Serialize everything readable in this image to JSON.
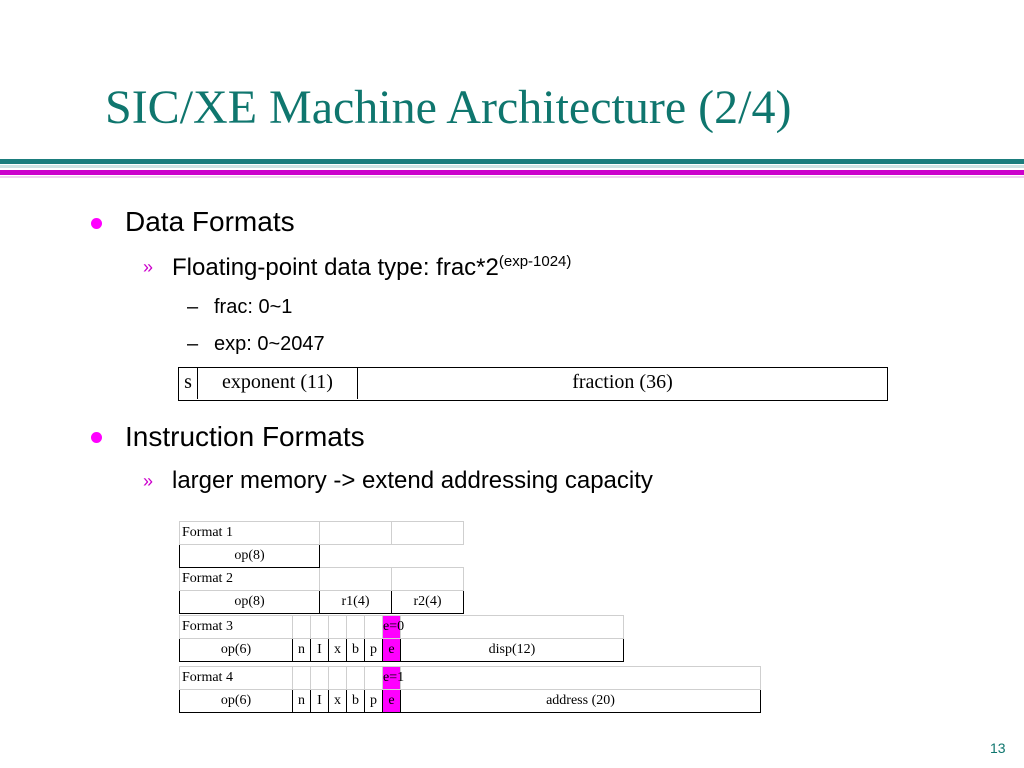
{
  "title": "SIC/XE Machine Architecture (2/4)",
  "bullets": {
    "data_formats": "Data Formats",
    "float_type": "Floating-point data type: frac*2",
    "float_exp": "(exp-1024)",
    "frac": "frac: 0~1",
    "exp": "exp: 0~2047",
    "instruction_formats": "Instruction Formats",
    "larger_memory": "larger memory -> extend addressing capacity"
  },
  "markers": {
    "raquo": "»",
    "dash": "–"
  },
  "float_layout": {
    "s": "s",
    "exponent": "exponent (11)",
    "fraction": "fraction (36)"
  },
  "format1": {
    "label": "Format 1",
    "op": "op(8)"
  },
  "format2": {
    "label": "Format 2",
    "op": "op(8)",
    "r1": "r1(4)",
    "r2": "r2(4)"
  },
  "format3": {
    "label": "Format 3",
    "e_flag": "e=0",
    "op": "op(6)",
    "n": "n",
    "i": "I",
    "x": "x",
    "b": "b",
    "p": "p",
    "e": "e",
    "disp": "disp(12)"
  },
  "format4": {
    "label": "Format 4",
    "e_flag": "e=1",
    "op": "op(6)",
    "n": "n",
    "i": "I",
    "x": "x",
    "b": "b",
    "p": "p",
    "e": "e",
    "address": "address (20)"
  },
  "page_number": "13",
  "colors": {
    "title": "#0f766e",
    "bullet": "#ff00ff",
    "rule_teal": "#1b7d7d",
    "rule_magenta": "#cc00cc",
    "highlight": "#ff00ff"
  }
}
